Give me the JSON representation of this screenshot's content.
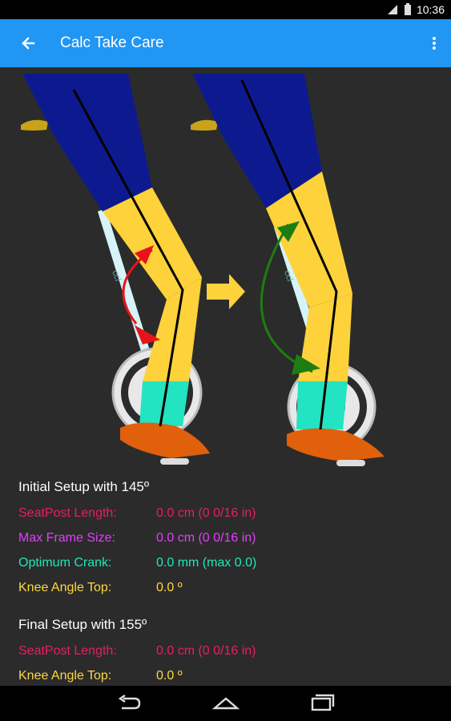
{
  "status_bar": {
    "time": "10:36",
    "icons": [
      "signal-icon",
      "battery-icon"
    ]
  },
  "app_bar": {
    "title": "Calc Take Care",
    "back_icon": "arrow-left-icon",
    "menu_icon": "more-vert-icon"
  },
  "initial_setup": {
    "title": "Initial Setup with 145º",
    "rows": [
      {
        "label": "SeatPost Length:",
        "value": "0.0 cm (0 0/16 in)",
        "color": "#e91e63"
      },
      {
        "label": "Max Frame Size:",
        "value": "0.0 cm (0 0/16 in)",
        "color": "#e040fb"
      },
      {
        "label": "Optimum Crank:",
        "value": "0.0 mm (max 0.0)",
        "color": "#1de9b6"
      },
      {
        "label": "Knee Angle Top:",
        "value": "0.0 º",
        "color": "#ffd740"
      }
    ]
  },
  "final_setup": {
    "title": "Final Setup with 155º",
    "rows": [
      {
        "label": "SeatPost Length:",
        "value": "0.0 cm (0 0/16 in)",
        "color": "#e91e63"
      },
      {
        "label": "Knee Angle Top:",
        "value": "0.0 º",
        "color": "#ffd740"
      }
    ]
  },
  "colors": {
    "app_bar": "#2196f3",
    "background": "#2b2b2b",
    "shorts": "#0d1a8f",
    "leg": "#fdd23a",
    "sock": "#22e3c2",
    "shoe": "#e0600c",
    "arrow_initial": "#e8131a",
    "arrow_final": "#1e7d12",
    "transition_arrow": "#fdd23a"
  },
  "nav_bar": {
    "buttons": [
      "back-nav-icon",
      "home-nav-icon",
      "recents-nav-icon"
    ]
  }
}
